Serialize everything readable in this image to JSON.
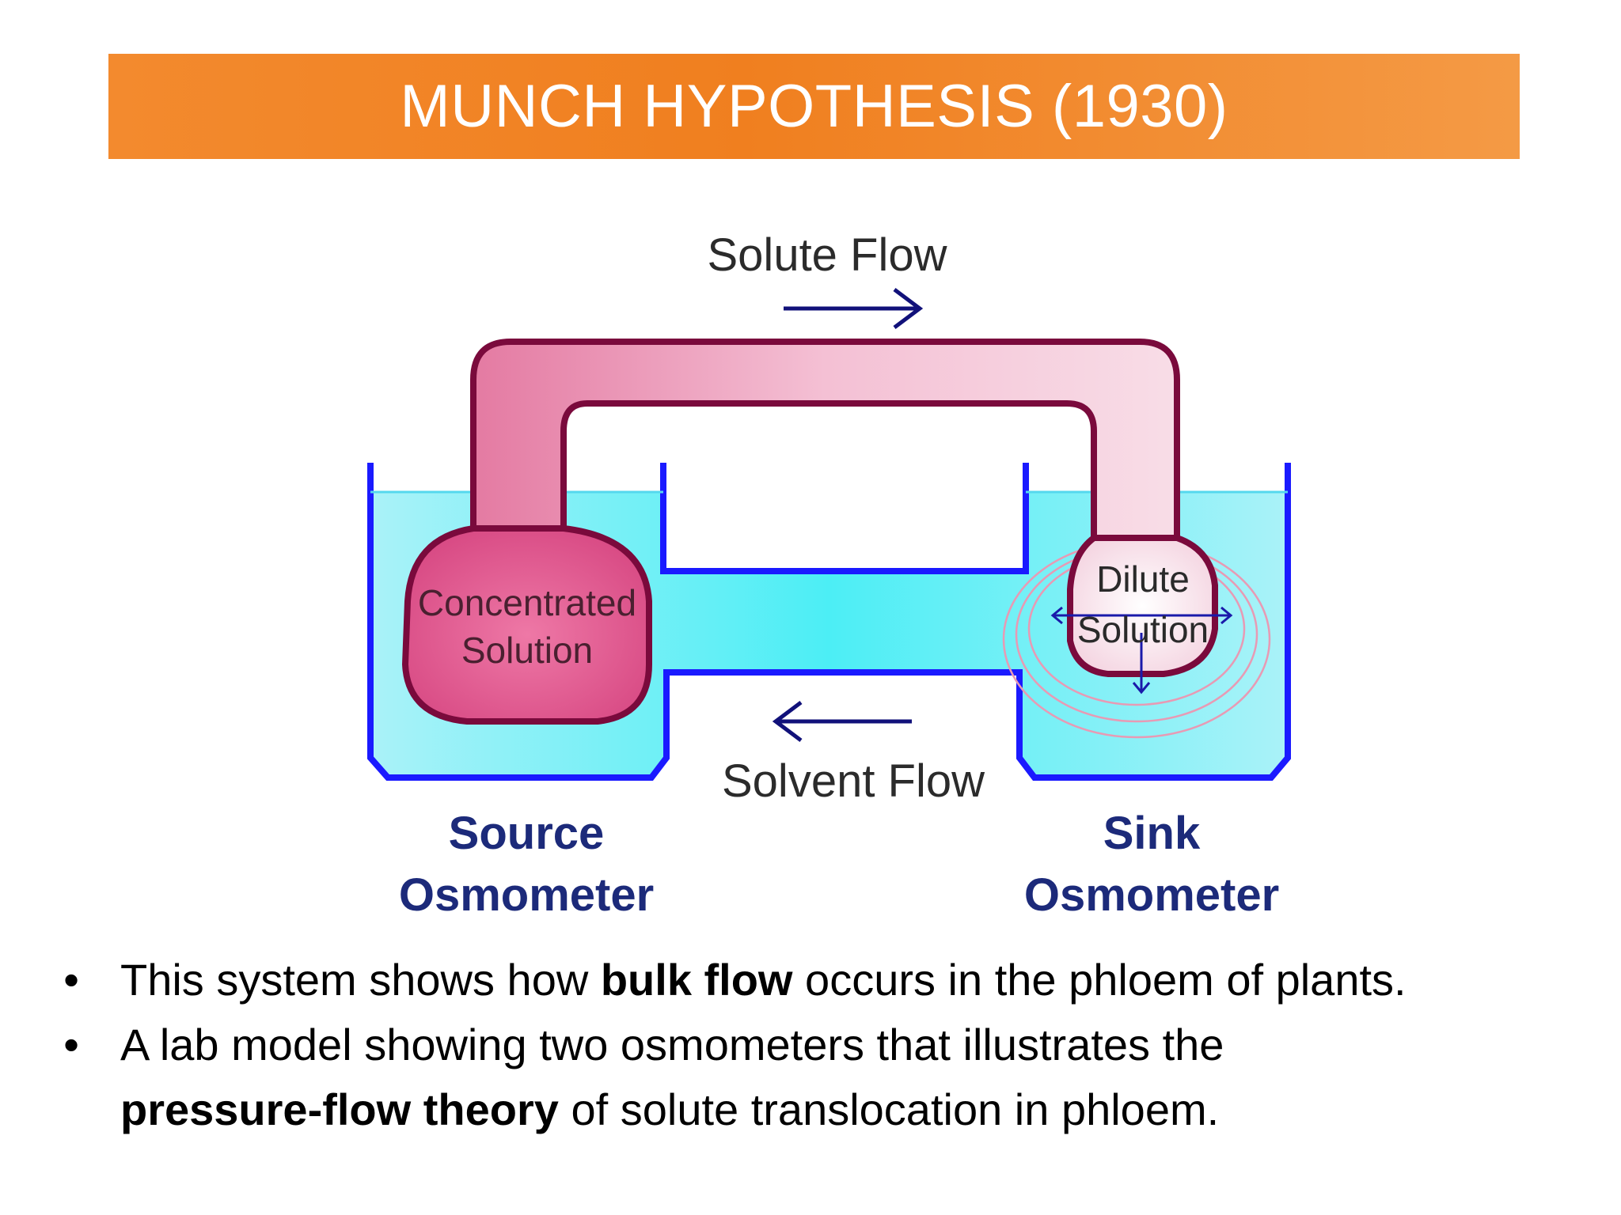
{
  "title": "MUNCH HYPOTHESIS (1930)",
  "diagram": {
    "solute_flow": "Solute Flow",
    "solvent_flow": "Solvent Flow",
    "concentrated_line1": "Concentrated",
    "concentrated_line2": "Solution",
    "dilute_line1": "Dilute",
    "dilute_line2": "Solution",
    "source_line1": "Source",
    "source_line2": "Osmometer",
    "sink_line1": "Sink",
    "sink_line2": "Osmometer"
  },
  "bullets": [
    {
      "pre": "This system shows how ",
      "bold": "bulk flow",
      "post": " occurs in the phloem of plants."
    },
    {
      "pre": "A lab model showing two osmometers that illustrates the",
      "bold": "pressure-flow theory",
      "post": " of solute translocation in phloem."
    }
  ],
  "bullet_symbol": "•",
  "colors": {
    "title_bar": "#f07f1f",
    "water": "#7fe8f5",
    "solution_pink": "#e0508a",
    "tube_outline": "#7a0a3c",
    "container_blue": "#1a1aff",
    "label_navy": "#1c2a7a"
  }
}
